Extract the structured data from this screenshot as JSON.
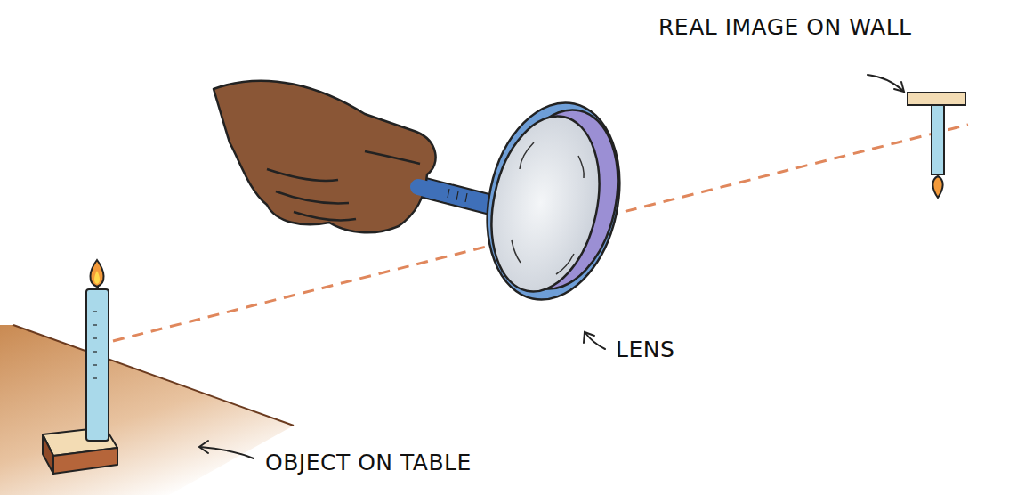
{
  "diagram": {
    "labels": [
      "REAL IMAGE ON WALL",
      "LENS",
      "OBJECT ON TABLE"
    ]
  }
}
